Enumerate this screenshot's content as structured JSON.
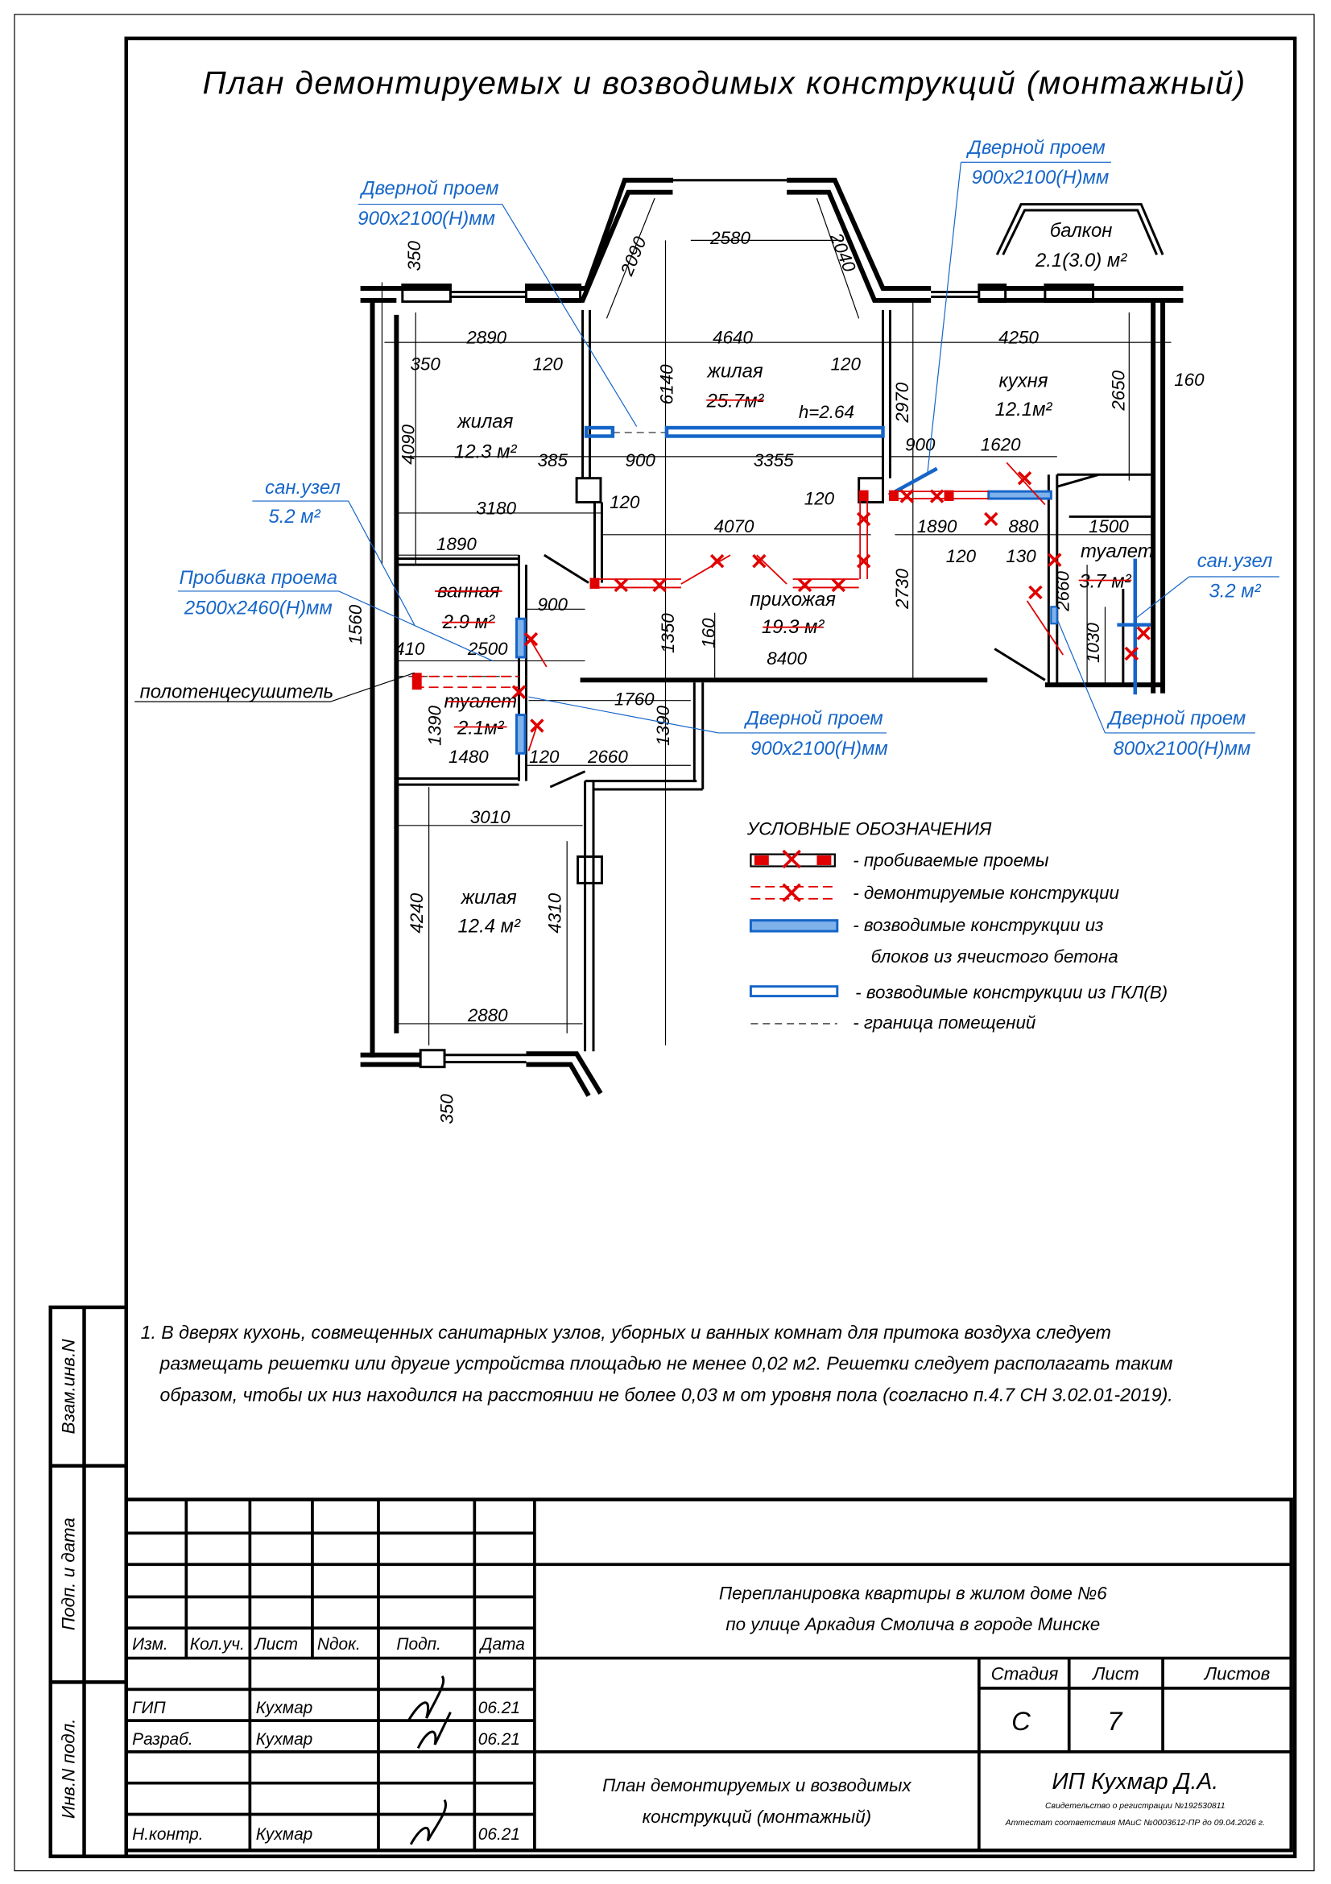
{
  "title": "План  демонтируемых  и  возводимых  конструкций (монтажный)",
  "rooms": {
    "living1": {
      "name": "жилая",
      "area": "12.3 м²"
    },
    "living2": {
      "name": "жилая",
      "area": "25.7м²",
      "height": "h=2.64"
    },
    "kitchen": {
      "name": "кухня",
      "area": "12.1м²"
    },
    "balcony": {
      "name": "балкон",
      "area": "2.1(3.0) м²"
    },
    "bath": {
      "name": "ванная",
      "area": "2.9 м²"
    },
    "toilet1": {
      "name": "туалет",
      "area": "2.1м²"
    },
    "hall": {
      "name": "прихожая",
      "area": "19.3 м²"
    },
    "toilet2": {
      "name": "туалет",
      "area": "3.7 м²"
    },
    "living3": {
      "name": "жилая",
      "area": "12.4 м²"
    }
  },
  "callouts": {
    "door1": {
      "line1": "Дверной проем",
      "line2": "900x2100(Н)мм"
    },
    "door2": {
      "line1": "Дверной проем",
      "line2": "900x2100(Н)мм"
    },
    "door3": {
      "line1": "Дверной проем",
      "line2": "900x2100(Н)мм"
    },
    "door4": {
      "line1": "Дверной проем",
      "line2": "800x2100(Н)мм"
    },
    "sanuzel1": {
      "line1": "сан.узел",
      "line2": "5.2 м²"
    },
    "opening": {
      "line1": "Пробивка проема",
      "line2": "2500x2460(Н)мм"
    },
    "sanuzel2": {
      "line1": "сан.узел",
      "line2": "3.2 м²"
    },
    "towel": "полотенцесушитель"
  },
  "dims": [
    "350",
    "2890",
    "350",
    "120",
    "2090",
    "2580",
    "2040",
    "4640",
    "120",
    "4250",
    "160",
    "2650",
    "6140",
    "2970",
    "4090",
    "385",
    "900",
    "3355",
    "900",
    "1620",
    "3180",
    "120",
    "120",
    "4070",
    "1890",
    "880",
    "1500",
    "120",
    "130",
    "1890",
    "1560",
    "900",
    "2500",
    "410",
    "1350",
    "160",
    "2730",
    "2660",
    "1030",
    "8400",
    "1760",
    "1390",
    "1480",
    "120",
    "2660",
    "1390",
    "3010",
    "4240",
    "4310",
    "2880",
    "350"
  ],
  "legend": {
    "heading": "УСЛОВНЫЕ  ОБОЗНАЧЕНИЯ",
    "items": [
      "- пробиваемые проемы",
      "- демонтируемые конструкции",
      "- возводимые конструкции из",
      "блоков из ячеистого бетона",
      "- возводимые конструкции из ГКЛ(В)",
      "- граница помещений"
    ]
  },
  "notes": [
    "1. В дверях кухонь, совмещенных санитарных узлов, уборных и ванных комнат для притока воздуха следует",
    "размещать решетки или другие устройства площадью не менее  0,02 м2. Решетки следует располагать таким",
    "образом, чтобы их низ находился на расстоянии не более  0,03  м от уровня пола (согласно п.4.7  СН  3.02.01-2019)."
  ],
  "side_stamp": [
    "Взам.инв.N",
    "Подп. и дата",
    "Инв.N подл."
  ],
  "title_block": {
    "headers": [
      "Изм.",
      "Кол.уч.",
      "Лист",
      "Nдок.",
      "Подп.",
      "Дата"
    ],
    "rows": [
      {
        "role": "ГИП",
        "name": "Кухмар",
        "date": "06.21"
      },
      {
        "role": "Разраб.",
        "name": "Кухмар",
        "date": "06.21"
      },
      {
        "role": "Н.контр.",
        "name": "Кухмар",
        "date": "06.21"
      }
    ],
    "project_line1": "Перепланировка квартиры        в жилом доме  №6",
    "project_line2": "по улице Аркадия Смолича в городе Минске",
    "stage_label": "Стадия",
    "sheet_label": "Лист",
    "sheets_label": "Листов",
    "stage": "С",
    "sheet": "7",
    "sheet_title_line1": "План демонтируемых и возводимых",
    "sheet_title_line2": "конструкций (монтажный)",
    "org": "ИП Кухмар Д.А.",
    "cert1": "Свидетельство о регистрации №192530811",
    "cert2": "Аттестат соответствия МАиС №0003612-ПР до 09.04.2026 г."
  },
  "colors": {
    "blue": "#1565c8",
    "red": "#e00000"
  }
}
